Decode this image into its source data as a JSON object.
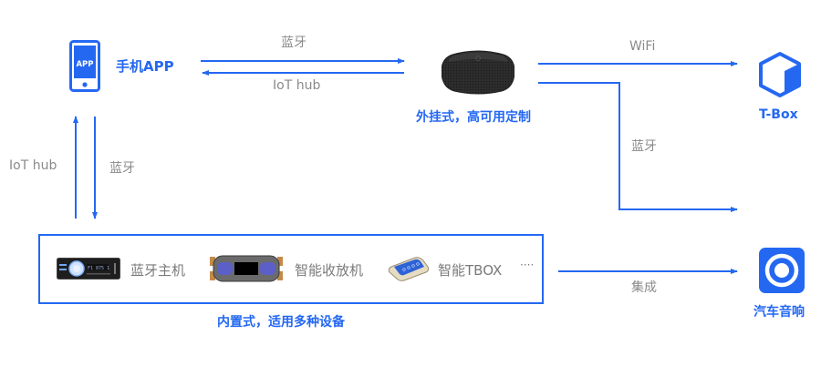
{
  "nodes": {
    "phone_app": {
      "title": "手机APP",
      "icon_text": "APP",
      "icon": "phone-app-icon"
    },
    "external_speaker": {
      "title": "外挂式，高可用定制",
      "icon": "smart-speaker-icon"
    },
    "tbox": {
      "title": "T-Box",
      "icon": "cube-icon"
    },
    "car_audio": {
      "title": "汽车音响",
      "icon": "speaker-ring-icon"
    },
    "builtin_box": {
      "title": "内置式，适用多种设备",
      "devices": [
        {
          "label": "蓝牙主机",
          "icon": "bluetooth-head-unit-icon"
        },
        {
          "label": "智能收放机",
          "icon": "smart-radio-icon"
        },
        {
          "label": "智能TBOX",
          "icon": "smart-tbox-device-icon"
        }
      ],
      "more": "····"
    }
  },
  "edges": {
    "app_to_speaker": "蓝牙",
    "speaker_to_app": "IoT hub",
    "box_to_app": "IoT hub",
    "app_to_box": "蓝牙",
    "speaker_to_tbox": "WiFi",
    "speaker_to_car": "蓝牙",
    "box_to_car_audio": "集成"
  },
  "colors": {
    "accent": "#2468f2",
    "label": "#8a8a8a"
  }
}
